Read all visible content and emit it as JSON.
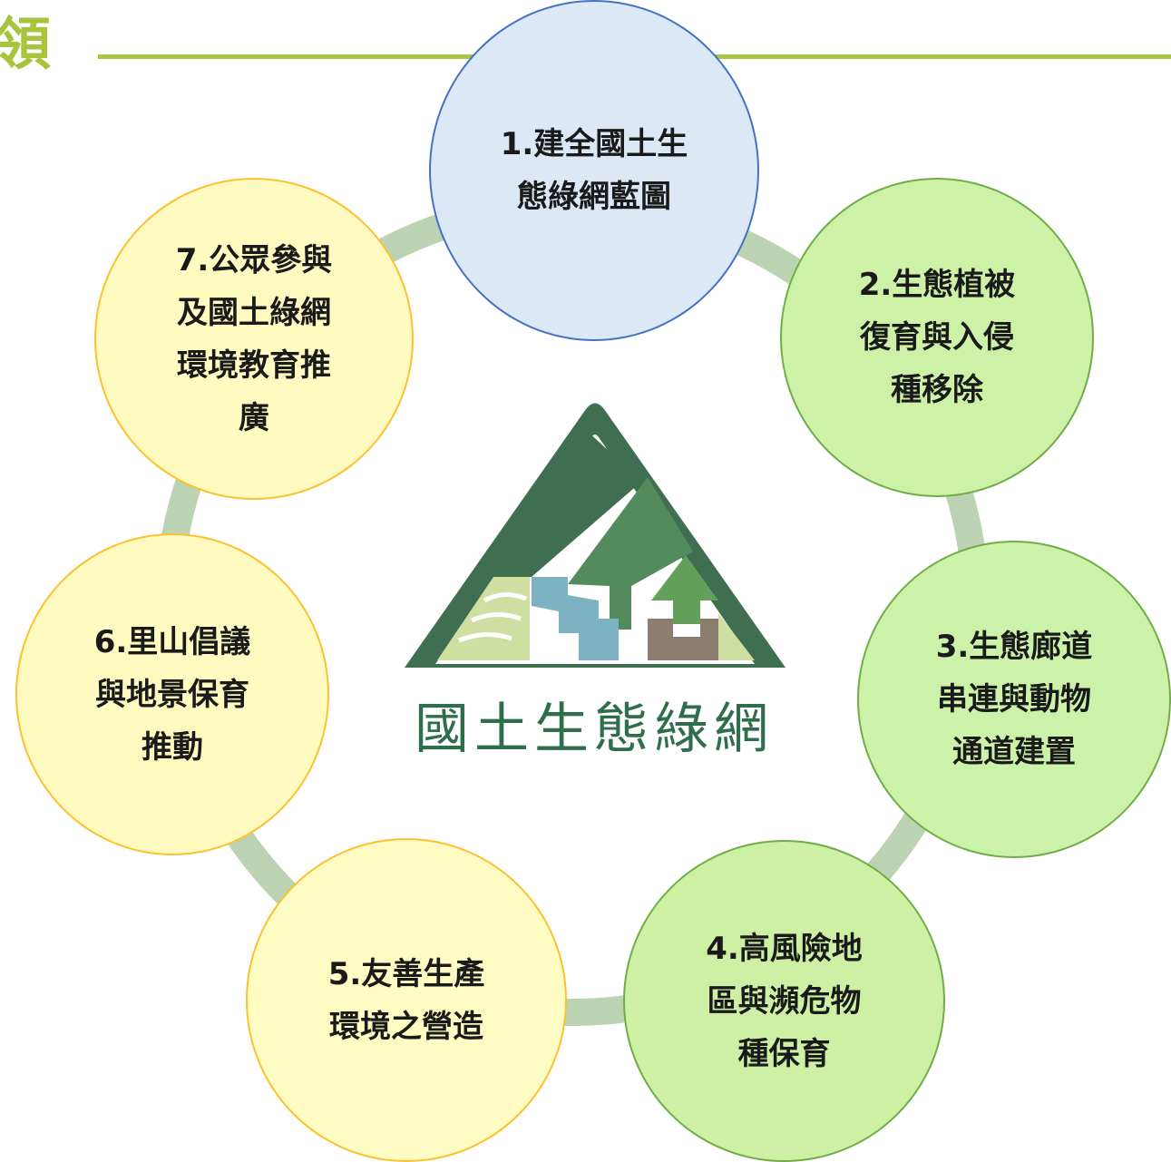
{
  "header": {
    "title": "領"
  },
  "center": {
    "logo_text": "國土生態綠網"
  },
  "colors": {
    "heading": "#a7c43a",
    "ring": "#bcd3b3",
    "blue_fill": "#dce8f6",
    "blue_border": "#4472c4",
    "green_fill": "#cdf1a6",
    "green_border": "#70ad47",
    "yellow_fill": "#fffbc0",
    "yellow_border": "#fcc12d",
    "logo_dark": "#3f6e50",
    "logo_mid": "#548b5c",
    "logo_light": "#62a05c",
    "logo_water": "#7db2c3",
    "logo_field": "#cfdfa2",
    "logo_soil": "#8c7e6f"
  },
  "nodes": [
    {
      "lines": [
        "1.建全國土生",
        "態綠網藍圖"
      ]
    },
    {
      "lines": [
        "2.生態植被",
        "復育與入侵",
        "種移除"
      ]
    },
    {
      "lines": [
        "3.生態廊道",
        "串連與動物",
        "通道建置"
      ]
    },
    {
      "lines": [
        "4.高風險地",
        "區與瀕危物",
        "種保育"
      ]
    },
    {
      "lines": [
        "5.友善生產",
        "環境之營造"
      ]
    },
    {
      "lines": [
        "6.里山倡議",
        "與地景保育",
        "推動"
      ]
    },
    {
      "lines": [
        "7.公眾參與",
        "及國土綠網",
        "環境教育推",
        "廣"
      ]
    }
  ]
}
